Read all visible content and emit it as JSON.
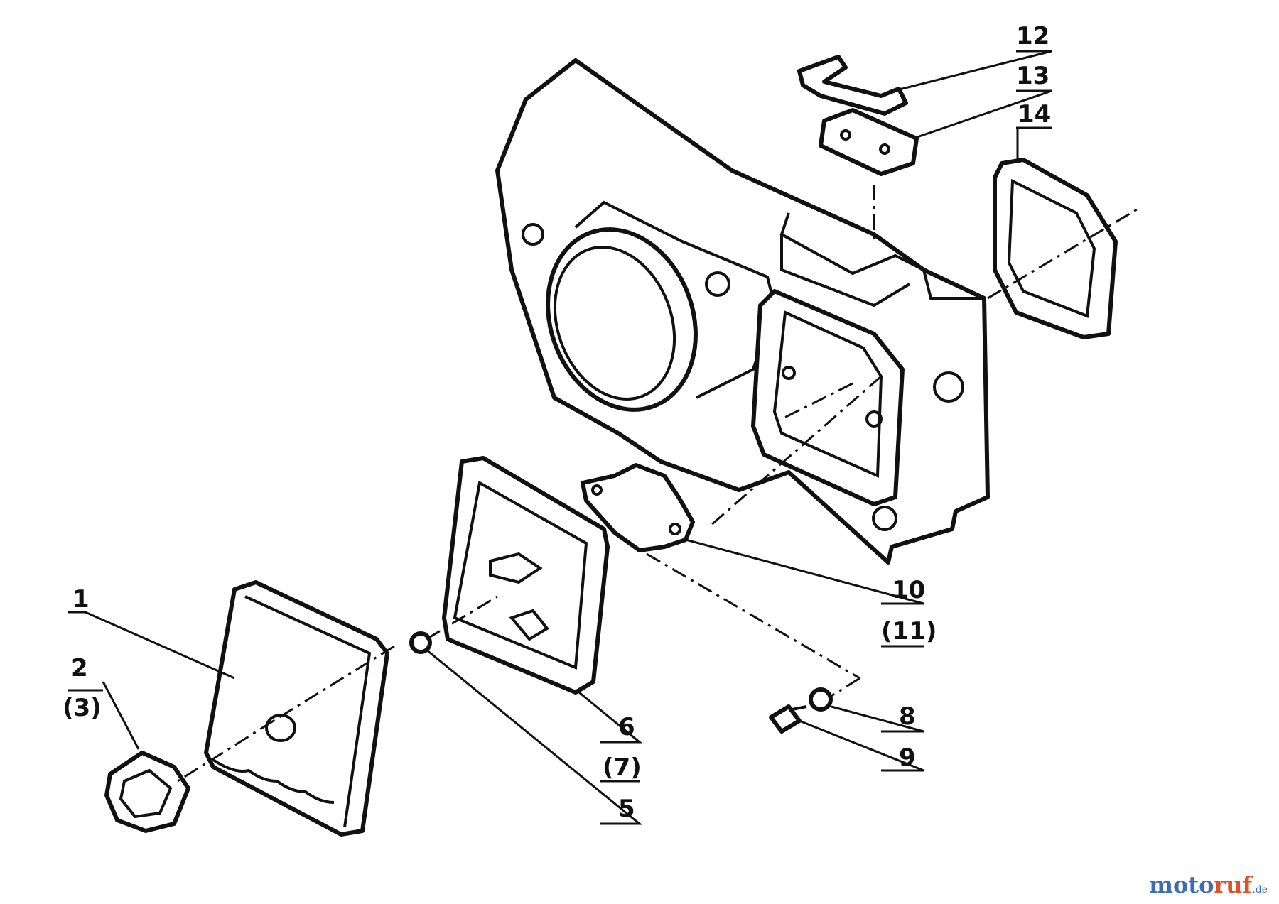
{
  "labels": {
    "l1": "1",
    "l2": "2",
    "l3": "(3)",
    "l5": "5",
    "l6": "6",
    "l7": "(7)",
    "l8": "8",
    "l9": "9",
    "l10": "10",
    "l11": "(11)",
    "l12": "12",
    "l13": "13",
    "l14": "14"
  },
  "brand": {
    "name_a": "moto",
    "name_b": "ruf",
    "suffix": ".de"
  }
}
